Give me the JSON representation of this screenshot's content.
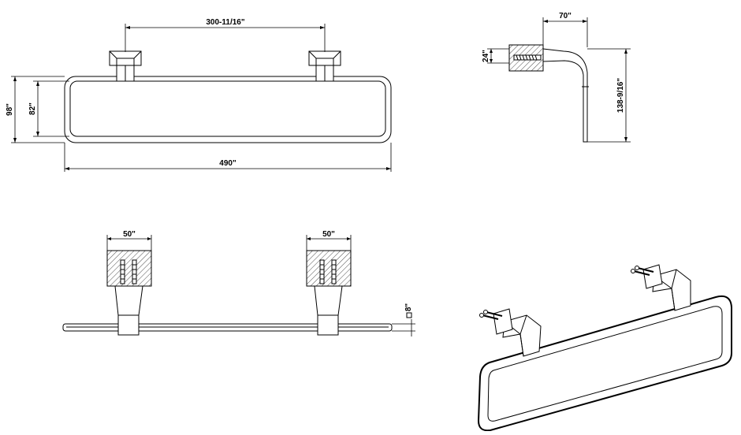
{
  "dimensions": {
    "front_center_distance": "300-11/16\"",
    "front_total_height": "98\"",
    "front_inner_height": "82\"",
    "front_total_width": "490\"",
    "side_depth": "70\"",
    "side_block_height": "24\"",
    "side_total_height": "138-9/16\"",
    "top_left_block_width": "50\"",
    "top_right_block_width": "50\"",
    "top_bar_thickness": "8\""
  },
  "colors": {
    "line": "#000000",
    "background": "#ffffff"
  }
}
